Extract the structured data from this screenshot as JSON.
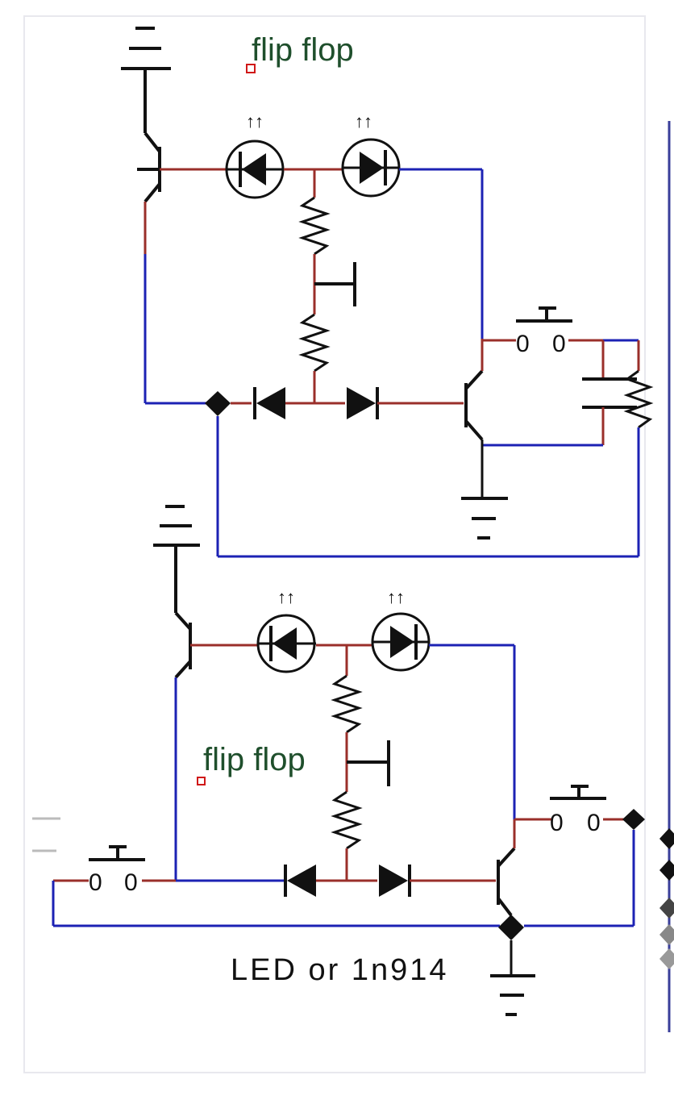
{
  "labels": {
    "top_title": "flip flop",
    "bottom_title": "flip flop",
    "note": "LED or 1n914"
  },
  "colors": {
    "wire_blue": "#1c22b4",
    "wire_red": "#9a2f2a",
    "component": "#111111",
    "text": "#1f4f2c",
    "marker": "#d01818"
  },
  "icons": [
    "battery-icon",
    "transistor-icon",
    "led-icon",
    "diode-icon",
    "resistor-icon",
    "push-switch-icon",
    "capacitor-icon",
    "ground-icon",
    "junction-icon"
  ]
}
